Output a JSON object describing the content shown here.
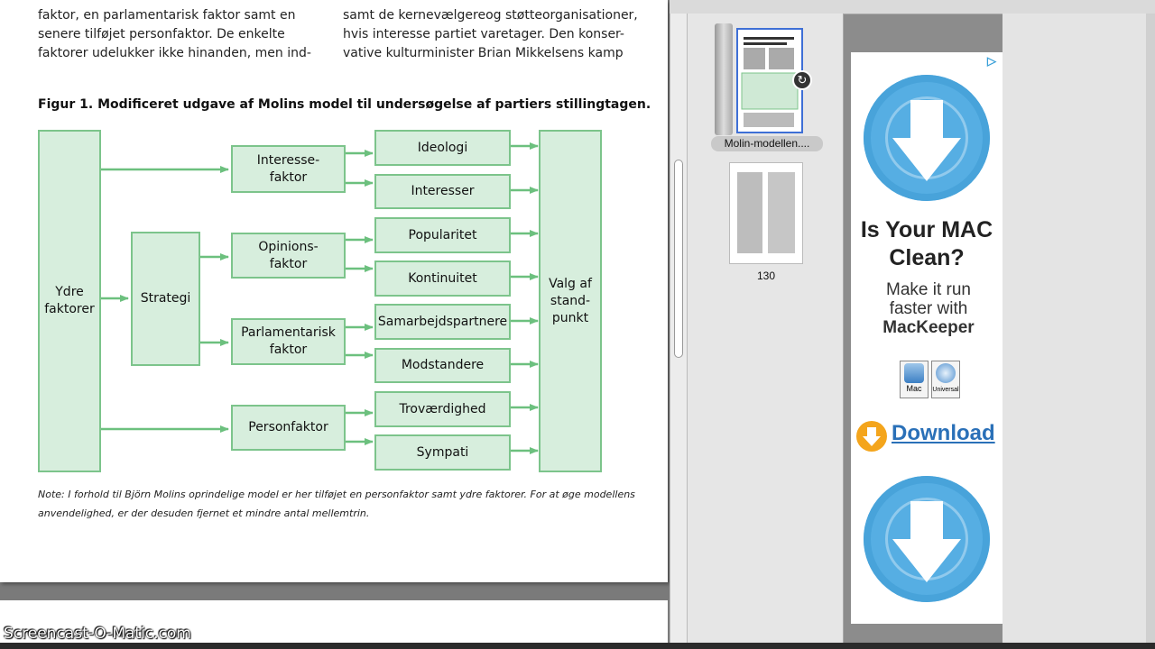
{
  "page": {
    "left_column": [
      "faktor, en parlamentarisk faktor samt en",
      "senere tilføjet personfaktor. De enkelte",
      "faktorer udelukker ikke hinanden, men ind-"
    ],
    "right_column": [
      "samt de kernevælgereog støtteorganisationer,",
      "hvis interesse partiet varetager. Den konser-",
      "vative kulturminister Brian Mikkelsens kamp"
    ],
    "figure_caption": "Figur 1. Modificeret udgave af Molins model til undersøgelse af partiers stillingtagen.",
    "note_lines": [
      "Note: I forhold til Björn Molins oprindelige model er her tilføjet en personfaktor samt ydre faktorer. For at øge modellens",
      "anvendelighed, er der desuden fjernet et mindre antal mellemtrin."
    ]
  },
  "diagram": {
    "ydre": "Ydre\nfaktorer",
    "strategi": "Strategi",
    "interesse": "Interesse-\nfaktor",
    "opinion": "Opinions-\nfaktor",
    "parlament": "Parlamentarisk\nfaktor",
    "person": "Personfaktor",
    "ideologi": "Ideologi",
    "interesser": "Interesser",
    "popularitet": "Popularitet",
    "kontinuitet": "Kontinuitet",
    "samarbejd": "Samarbejdspartnere",
    "modstandere": "Modstandere",
    "trovaerdighed": "Troværdighed",
    "sympati": "Sympati",
    "valg": "Valg af\nstand-\npunkt",
    "arrow_color": "#6cc07e"
  },
  "sidebar": {
    "thumb1_label": "Molin-modellen....",
    "thumb2_label": "130"
  },
  "ad": {
    "headline_line1": "Is Your MAC",
    "headline_line2": "Clean?",
    "sub_line1": "Make it run",
    "sub_line2": "faster with",
    "sub_brand": "MacKeeper",
    "badge_mac": "Mac",
    "badge_universal": "Universal",
    "download_label": "Download",
    "accent": "#56aee3"
  },
  "watermark": "Screencast-O-Matic.com"
}
